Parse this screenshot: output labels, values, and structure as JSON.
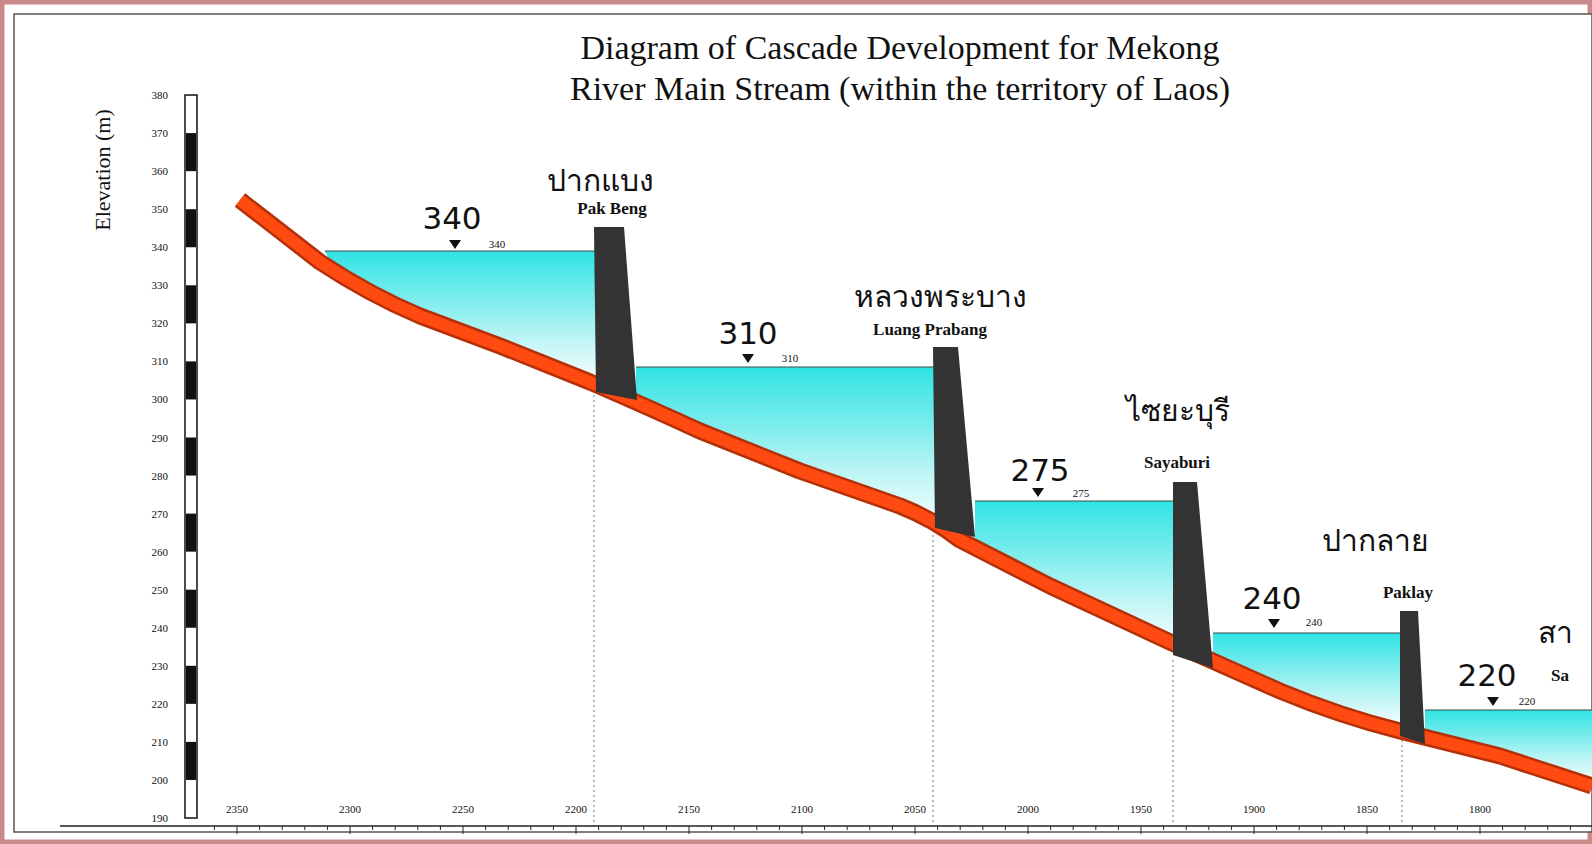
{
  "diagram": {
    "title": "Diagram of Cascade Development for Mekong River Main Stream (within the territory of Laos)",
    "labels": [
      "Elevation (m)",
      "380",
      "370",
      "360",
      "350",
      "340",
      "330",
      "320",
      "310",
      "300",
      "290",
      "280",
      "270",
      "260",
      "250",
      "240",
      "230",
      "220",
      "210",
      "200",
      "190",
      "2350",
      "2300",
      "2250",
      "2200",
      "2150",
      "2100",
      "2050",
      "2000",
      "1950",
      "1900",
      "1850",
      "1800",
      "340",
      "340",
      "ปากแบง",
      "Pak Beng",
      "310",
      "310",
      "หลวงพระบาง",
      "Luang Prabang",
      "275",
      "275",
      "ไซยะบุรี",
      "Sayaburi",
      "ปากลาย",
      "240",
      "240",
      "Paklay",
      "220",
      "220",
      "สา",
      "Sa"
    ]
  }
}
